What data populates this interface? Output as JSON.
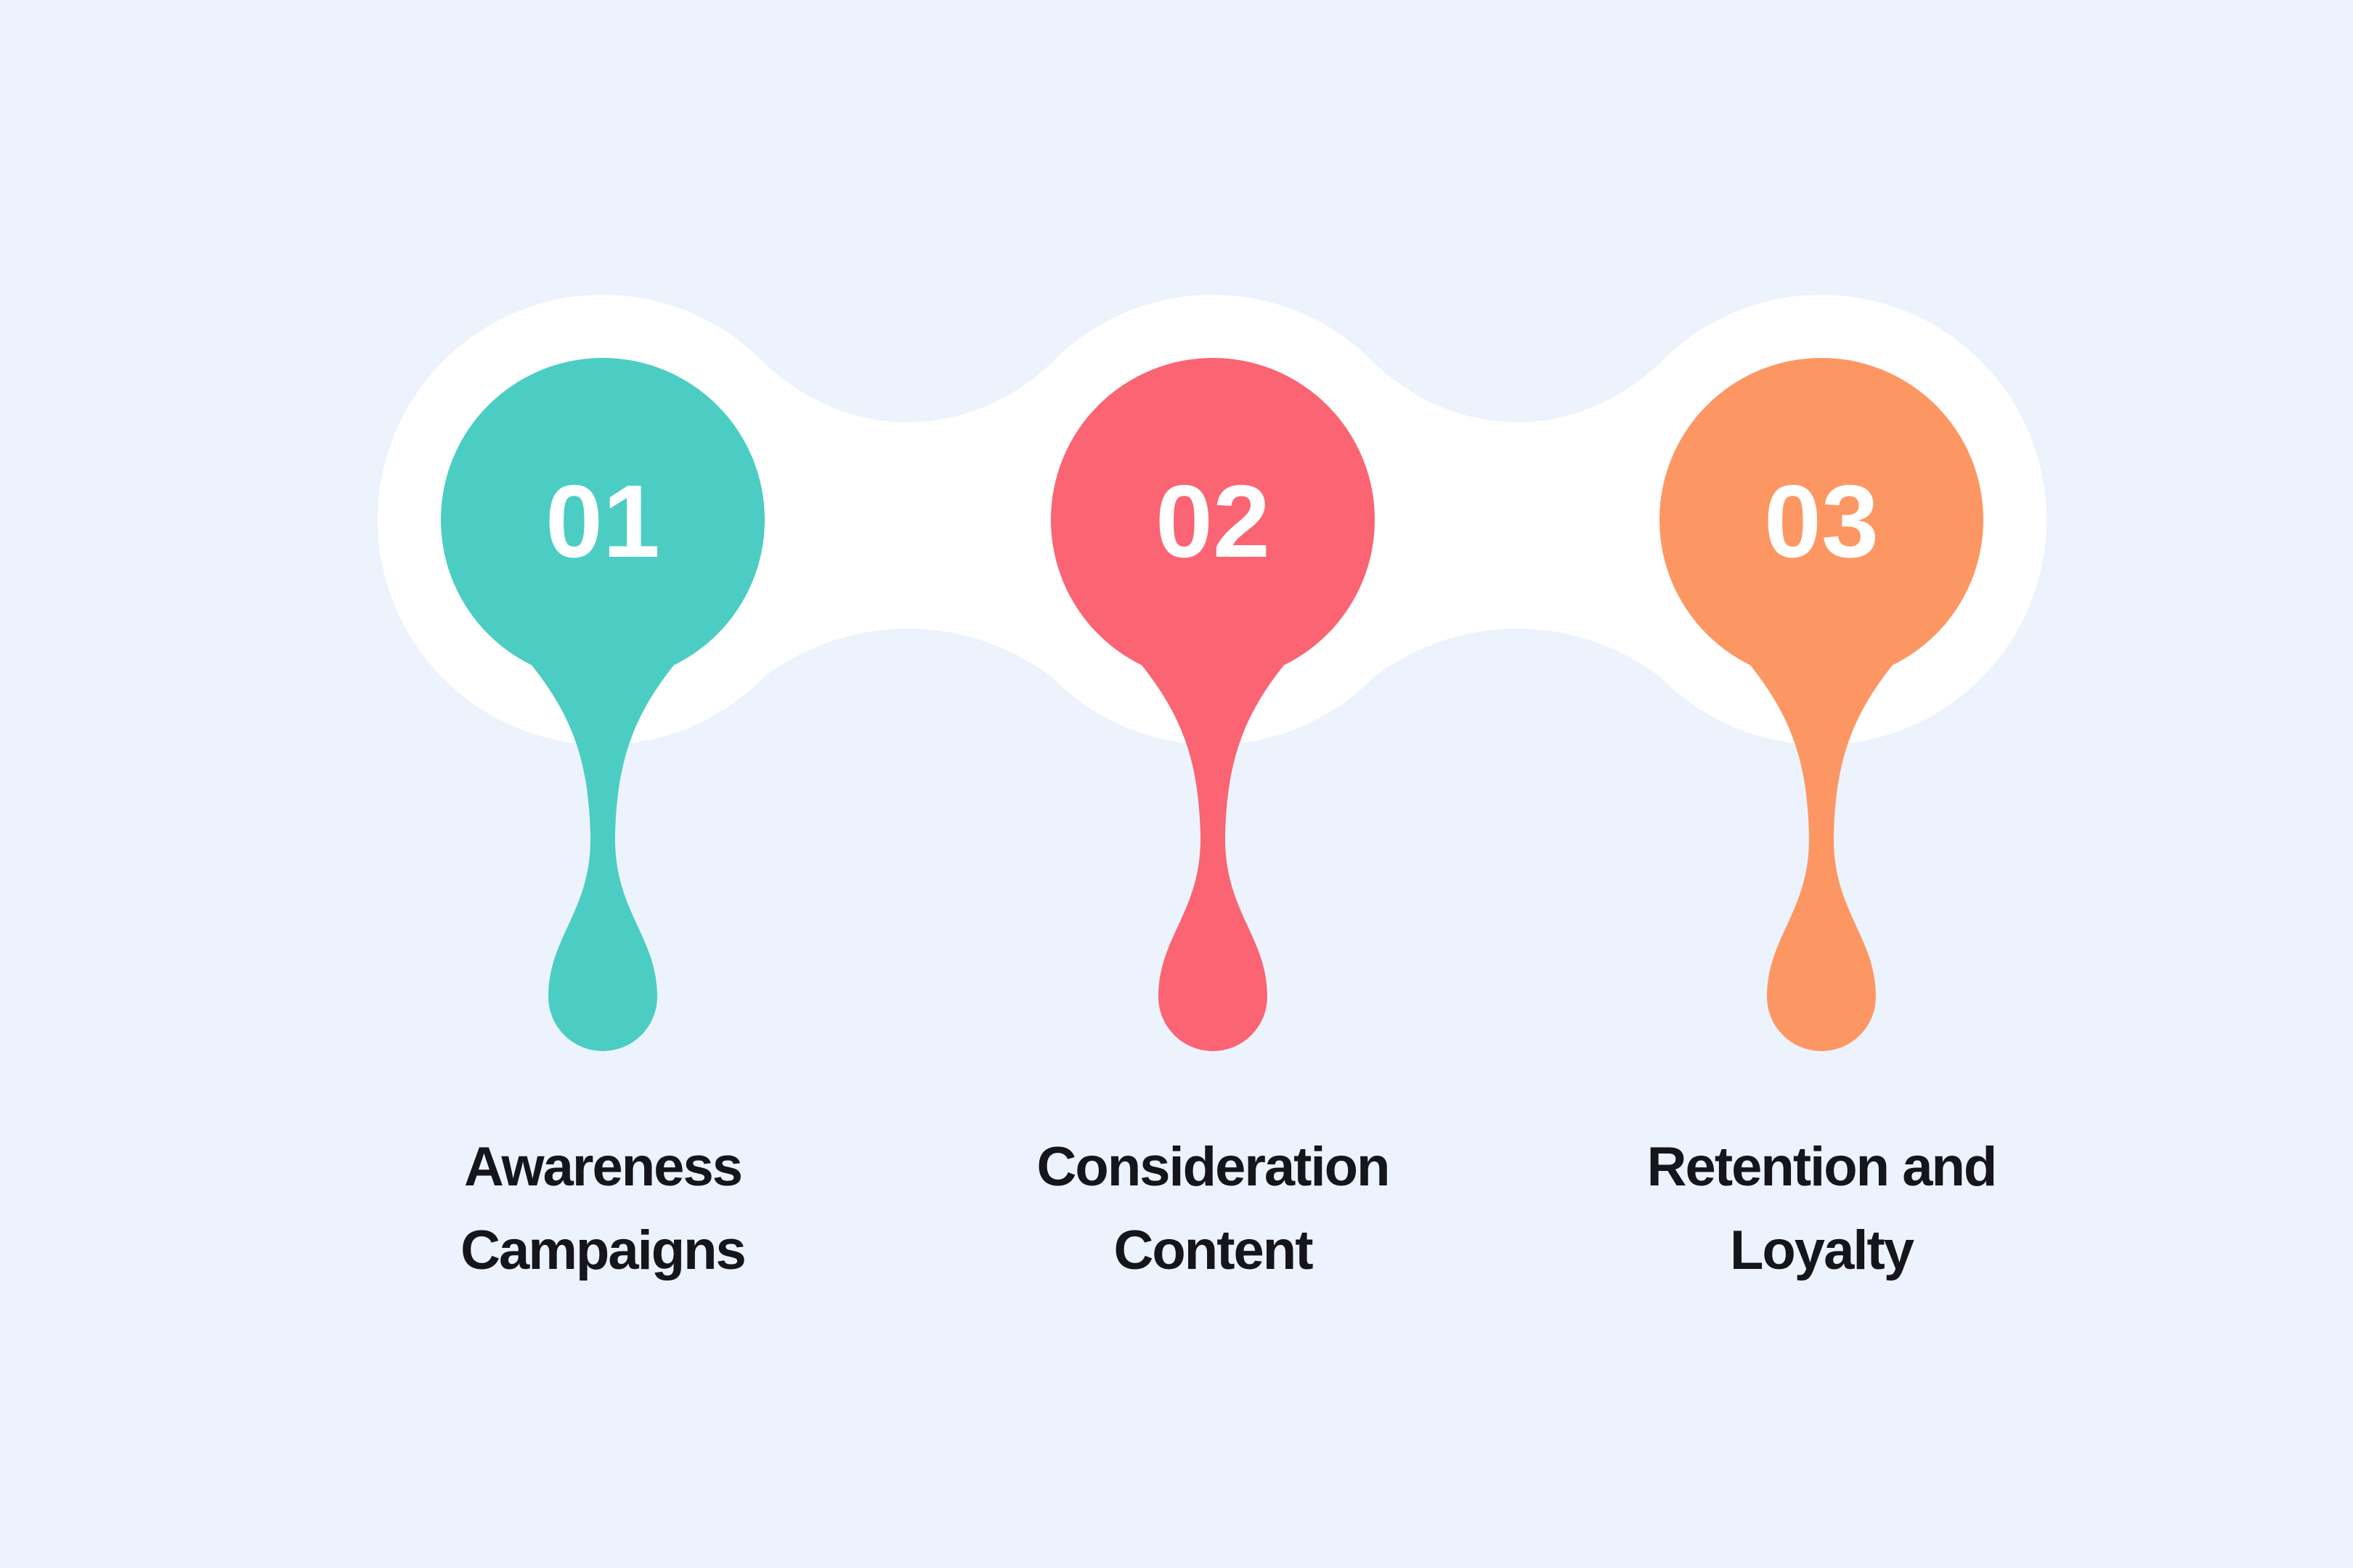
{
  "colors": {
    "background": "#edf3fc",
    "blob": "#ffffff",
    "label_text": "#15151c",
    "number_text": "#ffffff"
  },
  "steps": [
    {
      "number": "01",
      "color": "#4ccdc4",
      "label": "Awareness Campaigns",
      "label_lines": [
        "Awareness",
        "Campaigns"
      ]
    },
    {
      "number": "02",
      "color": "#fa6473",
      "label": "Consideration Content",
      "label_lines": [
        "Consideration",
        "Content"
      ]
    },
    {
      "number": "03",
      "color": "#fc9764",
      "label": "Retention and Loyalty",
      "label_lines": [
        "Retention and",
        "Loyalty"
      ]
    }
  ]
}
